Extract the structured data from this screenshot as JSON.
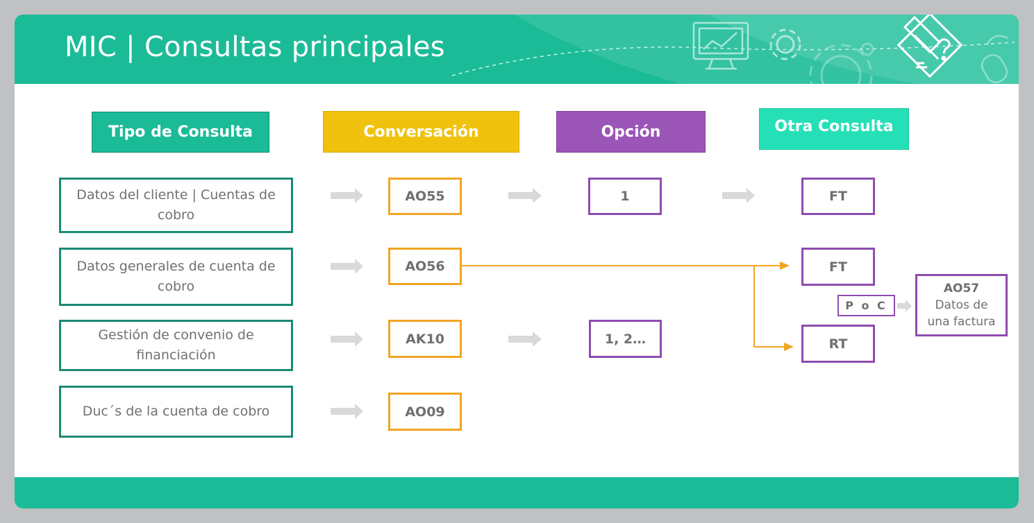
{
  "slide": {
    "title": "MIC | Consultas principales"
  },
  "columns": {
    "tipo": "Tipo de Consulta",
    "conversacion": "Conversación",
    "opcion": "Opción",
    "otra": "Otra Consulta"
  },
  "rows": [
    {
      "tipo": "Datos del cliente | Cuentas de cobro",
      "conversacion": "AO55",
      "opcion": "1",
      "otra": "FT"
    },
    {
      "tipo": "Datos generales de cuenta de cobro",
      "conversacion": "AO56",
      "otra_a": "FT",
      "otra_b": "RT"
    },
    {
      "tipo": "Gestión de convenio de financiación",
      "conversacion": "AK10",
      "opcion": "1, 2…"
    },
    {
      "tipo": "Duc´s de la cuenta de cobro",
      "conversacion": "AO09"
    }
  ],
  "branch": {
    "poc": "P o C",
    "target_code": "AO57",
    "target_desc": "Datos de una factura"
  },
  "colors": {
    "teal": "#1cbb98",
    "teal_dark": "#1a8a72",
    "orange": "#f0a522",
    "yellow_header": "#f0c20e",
    "purple": "#8e4cb0",
    "purple_header": "#9a55b6",
    "mint": "#25e0b6",
    "arrow_gray": "#d9d9d9"
  }
}
